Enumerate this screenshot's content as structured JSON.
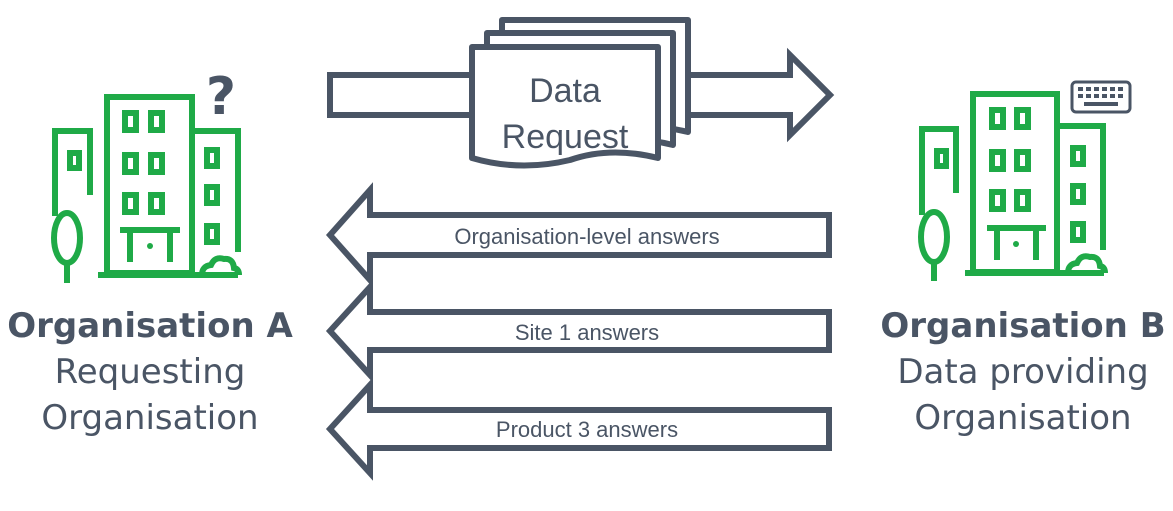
{
  "request": {
    "line1": "Data",
    "line2": "Request"
  },
  "arrows": [
    {
      "label": "Organisation-level answers"
    },
    {
      "label": "Site 1 answers"
    },
    {
      "label": "Product 3 answers"
    }
  ],
  "org_a": {
    "name": "Organisation A",
    "role_line1": "Requesting",
    "role_line2": "Organisation"
  },
  "org_b": {
    "name": "Organisation B",
    "role_line1": "Data providing",
    "role_line2": "Organisation"
  },
  "question_mark": "?",
  "colors": {
    "green": "#1faa47",
    "slate": "#4a5565"
  }
}
